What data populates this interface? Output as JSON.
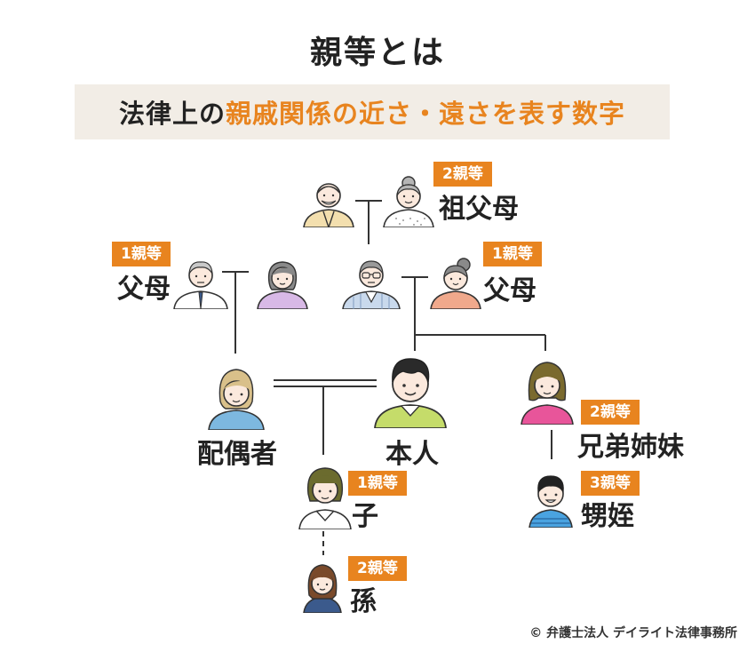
{
  "title": "親等とは",
  "subtitle": {
    "prefix": "法律上の",
    "highlight": "親戚関係の近さ・遠さを表す数字"
  },
  "nodes": {
    "grandparents": {
      "label": "祖父母",
      "degree": "2親等"
    },
    "spouse_parents": {
      "label": "父母",
      "degree": "1親等"
    },
    "self_parents": {
      "label": "父母",
      "degree": "1親等"
    },
    "spouse": {
      "label": "配偶者"
    },
    "self": {
      "label": "本人"
    },
    "siblings": {
      "label": "兄弟姉妹",
      "degree": "2親等"
    },
    "child": {
      "label": "子",
      "degree": "1親等"
    },
    "nephew_niece": {
      "label": "甥姪",
      "degree": "3親等"
    },
    "grandchild": {
      "label": "孫",
      "degree": "2親等"
    }
  },
  "copyright": "© 弁護士法人 デイライト法律事務所",
  "colors": {
    "accent": "#e8841f",
    "subtitle_bg": "#f2ede6",
    "line": "#333333"
  }
}
